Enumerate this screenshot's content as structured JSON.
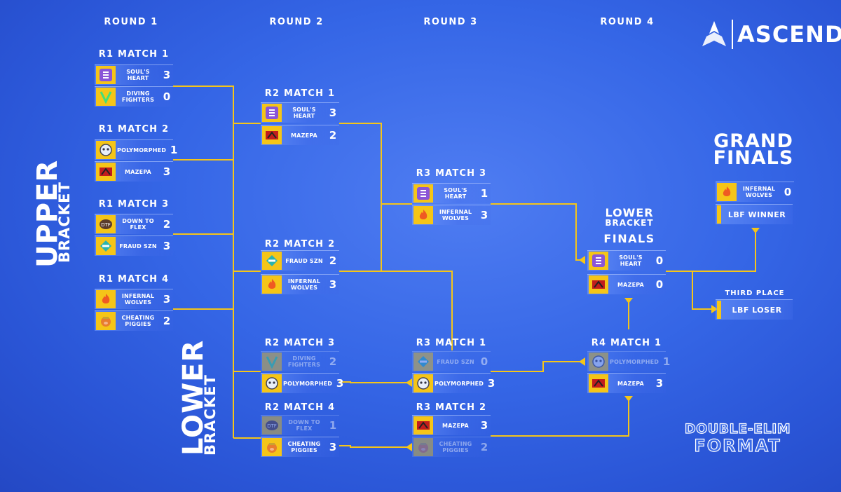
{
  "brand": {
    "name": "ASCEND",
    "logo_icon": "ascend-peak-icon"
  },
  "rounds": [
    "ROUND 1",
    "ROUND 2",
    "ROUND 3",
    "ROUND 4"
  ],
  "labels": {
    "upper_big": "UPPER",
    "upper_small": "BRACKET",
    "lower_big": "LOWER",
    "lower_small": "BRACKET",
    "grand_finals_1": "GRAND",
    "grand_finals_2": "FINALS",
    "lbf_1": "LOWER",
    "lbf_2": "BRACKET",
    "lbf_3": "FINALS",
    "third_place": "THIRD PLACE",
    "format_1": "DOUBLE-ELIM",
    "format_2": "FORMAT",
    "lbf_winner": "LBF WINNER",
    "lbf_loser": "LBF LOSER"
  },
  "colors": {
    "accent": "#f5c518",
    "background": "#3566e6",
    "text": "#ffffff"
  },
  "matches": {
    "r1m1": {
      "title": "R1 MATCH 1",
      "teams": [
        {
          "name": "SOUL'S HEART",
          "score": "3",
          "icon": "souls-heart-logo-icon"
        },
        {
          "name": "DIVING FIGHTERS",
          "score": "0",
          "icon": "diving-fighters-logo-icon"
        }
      ]
    },
    "r1m2": {
      "title": "R1 MATCH 2",
      "teams": [
        {
          "name": "POLYMORPHED",
          "score": "1",
          "icon": "polymorphed-logo-icon"
        },
        {
          "name": "MAZEPA",
          "score": "3",
          "icon": "mazepa-logo-icon"
        }
      ]
    },
    "r1m3": {
      "title": "R1 MATCH 3",
      "teams": [
        {
          "name": "DOWN TO FLEX",
          "score": "2",
          "icon": "down-to-flex-logo-icon"
        },
        {
          "name": "FRAUD SZN",
          "score": "3",
          "icon": "fraud-szn-logo-icon"
        }
      ]
    },
    "r1m4": {
      "title": "R1 MATCH 4",
      "teams": [
        {
          "name": "INFERNAL WOLVES",
          "score": "3",
          "icon": "infernal-wolves-logo-icon"
        },
        {
          "name": "CHEATING PIGGIES",
          "score": "2",
          "icon": "cheating-piggies-logo-icon"
        }
      ]
    },
    "r2m1": {
      "title": "R2 MATCH 1",
      "teams": [
        {
          "name": "SOUL'S HEART",
          "score": "3",
          "icon": "souls-heart-logo-icon"
        },
        {
          "name": "MAZEPA",
          "score": "2",
          "icon": "mazepa-logo-icon"
        }
      ]
    },
    "r2m2": {
      "title": "R2 MATCH 2",
      "teams": [
        {
          "name": "FRAUD SZN",
          "score": "2",
          "icon": "fraud-szn-logo-icon"
        },
        {
          "name": "INFERNAL WOLVES",
          "score": "3",
          "icon": "infernal-wolves-logo-icon"
        }
      ]
    },
    "r2m3": {
      "title": "R2 MATCH 3",
      "teams": [
        {
          "name": "DIVING FIGHTERS",
          "score": "2",
          "icon": "diving-fighters-logo-icon"
        },
        {
          "name": "POLYMORPHED",
          "score": "3",
          "icon": "polymorphed-logo-icon"
        }
      ]
    },
    "r2m4": {
      "title": "R2 MATCH 4",
      "teams": [
        {
          "name": "DOWN TO FLEX",
          "score": "1",
          "icon": "down-to-flex-logo-icon"
        },
        {
          "name": "CHEATING PIGGIES",
          "score": "3",
          "icon": "cheating-piggies-logo-icon"
        }
      ]
    },
    "r3m3": {
      "title": "R3 MATCH 3",
      "teams": [
        {
          "name": "SOUL'S HEART",
          "score": "1",
          "icon": "souls-heart-logo-icon"
        },
        {
          "name": "INFERNAL WOLVES",
          "score": "3",
          "icon": "infernal-wolves-logo-icon"
        }
      ]
    },
    "r3m1": {
      "title": "R3 MATCH 1",
      "teams": [
        {
          "name": "FRAUD SZN",
          "score": "0",
          "icon": "fraud-szn-logo-icon"
        },
        {
          "name": "POLYMORPHED",
          "score": "3",
          "icon": "polymorphed-logo-icon"
        }
      ]
    },
    "r3m2": {
      "title": "R3 MATCH 2",
      "teams": [
        {
          "name": "MAZEPA",
          "score": "3",
          "icon": "mazepa-logo-icon"
        },
        {
          "name": "CHEATING PIGGIES",
          "score": "2",
          "icon": "cheating-piggies-logo-icon"
        }
      ]
    },
    "r4m1": {
      "title": "R4 MATCH 1",
      "teams": [
        {
          "name": "POLYMORPHED",
          "score": "1",
          "icon": "polymorphed-logo-icon"
        },
        {
          "name": "MAZEPA",
          "score": "3",
          "icon": "mazepa-logo-icon"
        }
      ]
    },
    "lbf": {
      "title": "LOWER BRACKET FINALS",
      "teams": [
        {
          "name": "SOUL'S HEART",
          "score": "0",
          "icon": "souls-heart-logo-icon"
        },
        {
          "name": "MAZEPA",
          "score": "0",
          "icon": "mazepa-logo-icon"
        }
      ]
    },
    "gf": {
      "title": "GRAND FINALS",
      "teams": [
        {
          "name": "INFERNAL WOLVES",
          "score": "0",
          "icon": "infernal-wolves-logo-icon"
        }
      ]
    }
  }
}
